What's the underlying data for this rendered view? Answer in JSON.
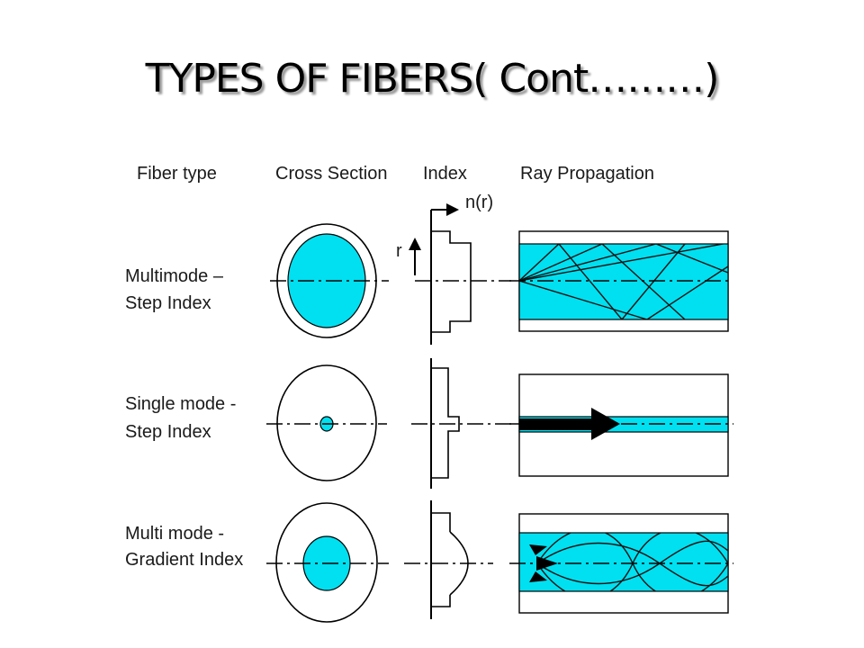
{
  "title": "TYPES OF FIBERS( Cont………)",
  "headers": {
    "fiber_type": "Fiber type",
    "cross_section": "Cross Section",
    "index": "Index",
    "ray_propagation": "Ray Propagation"
  },
  "axis_labels": {
    "n": "n(r)",
    "r": "r"
  },
  "rows": [
    {
      "line1": "Multimode –",
      "line2": "Step Index"
    },
    {
      "line1": "Single mode -",
      "line2": "Step Index"
    },
    {
      "line1": "Multi mode -",
      "line2": "Gradient Index"
    }
  ],
  "colors": {
    "core": "#00e0f0",
    "line": "#000000",
    "background": "#ffffff"
  }
}
